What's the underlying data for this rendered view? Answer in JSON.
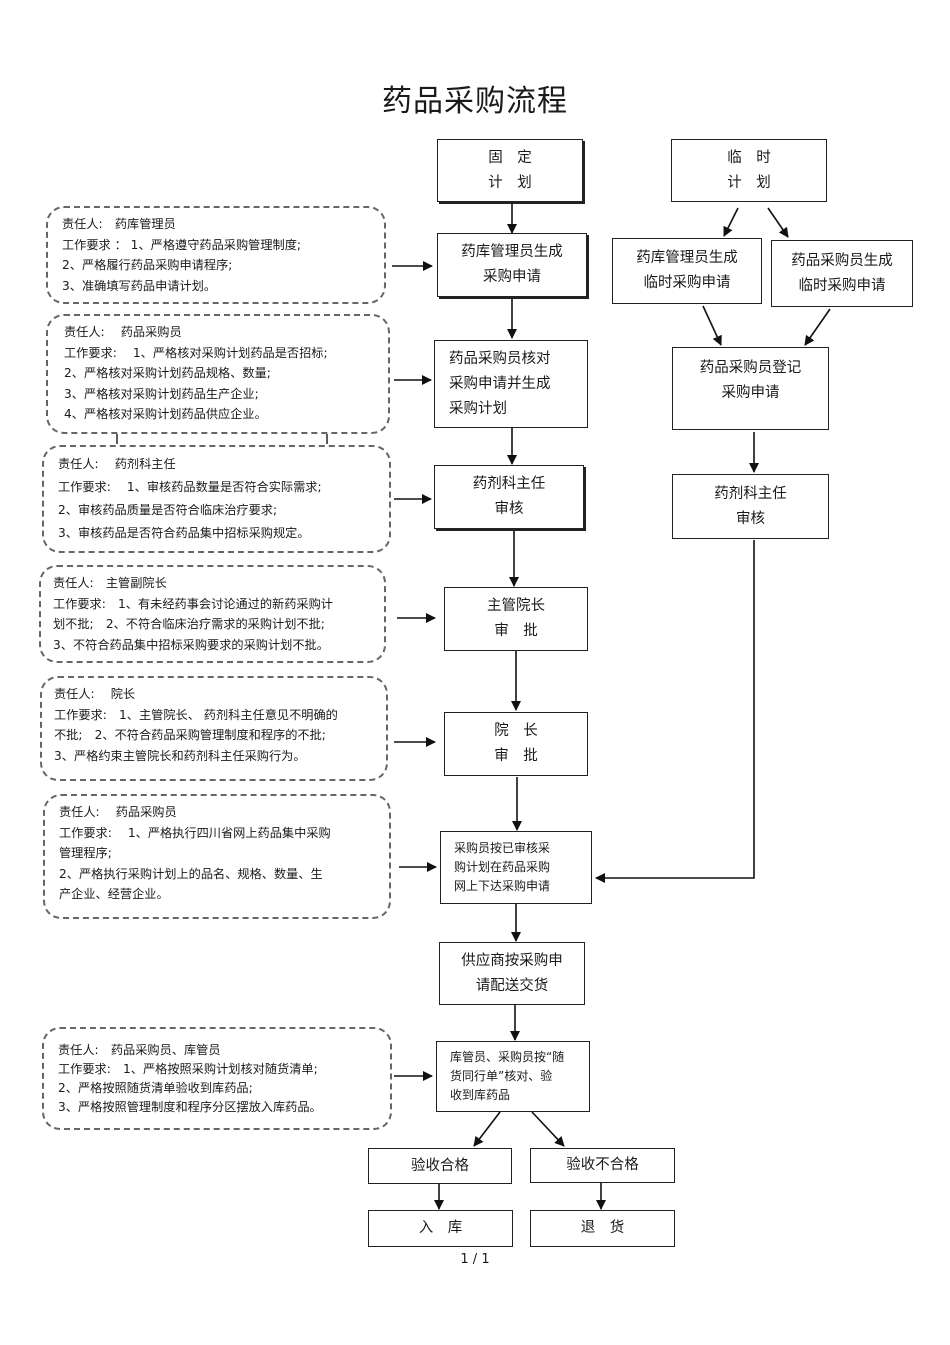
{
  "title": "药品采购流程",
  "fixed_plan": {
    "start": "固　定\n计　划",
    "steps": [
      "药库管理员生成\n采购申请",
      "药品采购员核对\n采购申请并生成\n采购计划",
      "药剂科主任\n审核",
      "主管院长\n审　批",
      "院　长\n审　批",
      "采购员按已审核采\n购计划在药品采购\n网上下达采购申请",
      "供应商按采购申\n请配送交货",
      "库管员、采购员按“随\n货同行单”核对、验\n收到库药品"
    ]
  },
  "temp_plan": {
    "start": "临　时\n计　划",
    "branch_left": "药库管理员生成\n临时采购申请",
    "branch_right": "药品采购员生成\n临时采购申请",
    "register": "药品采购员登记\n采购申请",
    "review": "药剂科主任\n审核"
  },
  "results": {
    "pass": "验收合格",
    "fail": "验收不合格",
    "store": "入　库",
    "return": "退　货"
  },
  "notes": [
    {
      "lines": [
        "责任人:　药库管理员",
        "工作要求 ： 1、严格遵守药品采购管理制度;",
        "2、严格履行药品采购申请程序;",
        "3、准确填写药品申请计划。"
      ]
    },
    {
      "lines": [
        "责任人:　 药品采购员",
        "工作要求:　 1、严格核对采购计划药品是否招标;",
        "2、严格核对采购计划药品规格、数量;",
        "3、严格核对采购计划药品生产企业;",
        "4、严格核对采购计划药品供应企业。"
      ]
    },
    {
      "lines": [
        "责任人:　 药剂科主任",
        "工作要求:　 1、审核药品数量是否符合实际需求;",
        "2、审核药品质量是否符合临床治疗要求;",
        "3、审核药品是否符合药品集中招标采购规定。"
      ]
    },
    {
      "lines": [
        "责任人:　主管副院长",
        "工作要求:　1、有未经药事会讨论通过的新药采购计",
        "划不批;　2、不符合临床治疗需求的采购计划不批;",
        "3、不符合药品集中招标采购要求的采购计划不批。"
      ]
    },
    {
      "lines": [
        "责任人:　 院长",
        "工作要求:　1、主管院长、 药剂科主任意见不明确的",
        "不批;　2、不符合药品采购管理制度和程序的不批;",
        "3、严格约束主管院长和药剂科主任采购行为。"
      ]
    },
    {
      "lines": [
        "责任人:　 药品采购员",
        "工作要求:　 1、严格执行四川省网上药品集中采购",
        "管理程序;",
        "2、严格执行采购计划上的品名、规格、数量、生",
        "产企业、经营企业。"
      ]
    },
    {
      "lines": [
        "责任人:　药品采购员、库管员",
        "工作要求:　1、严格按照采购计划核对随货清单;",
        "2、严格按照随货清单验收到库药品;",
        "3、严格按照管理制度和程序分区摆放入库药品。"
      ]
    }
  ],
  "page_number": "1 / 1"
}
